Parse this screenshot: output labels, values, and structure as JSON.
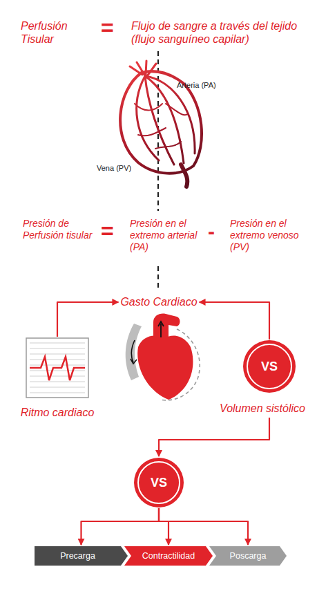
{
  "diagram": {
    "nodes": [
      {
        "text": [
          "Gasto Cardiaco"
        ]
      },
      {
        "text": [
          "Ritmo cardiaco"
        ]
      },
      {
        "text": [
          "VS",
          "Volumen sistólico"
        ]
      },
      {
        "text": [
          "VS"
        ]
      },
      {
        "text": [
          "Precarga"
        ]
      },
      {
        "text": [
          "Contractilidad"
        ]
      },
      {
        "text": [
          "Poscarga"
        ]
      }
    ],
    "edges": [
      {
        "from": 1,
        "to": 0,
        "arrow": "to"
      },
      {
        "from": 2,
        "to": 0,
        "arrow": "to"
      },
      {
        "from": 2,
        "to": 3,
        "arrow": "to"
      },
      {
        "from": 3,
        "to": 4,
        "arrow": "to"
      },
      {
        "from": 3,
        "to": 5,
        "arrow": "to"
      },
      {
        "from": 3,
        "to": 6,
        "arrow": "to"
      }
    ],
    "labels": [
      "Perfusión Tisular",
      "=",
      "Flujo de sangre a través del tejido (flujo sanguíneo capilar)",
      "Arteria (PA)",
      "Vena (PV)",
      "Presión de Perfusión tisular",
      "=",
      "Presión en el extremo arterial (PA)",
      "-",
      "Presión en el extremo venoso (PV)"
    ]
  }
}
